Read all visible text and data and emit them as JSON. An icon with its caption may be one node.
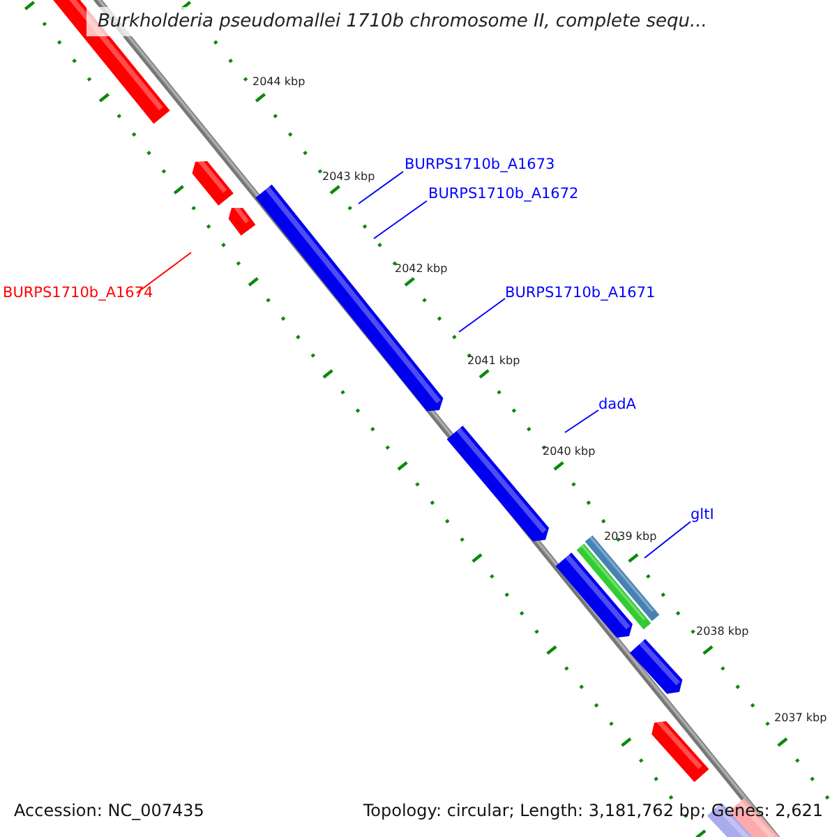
{
  "diagram": {
    "title": "Burkholderia pseudomallei 1710b chromosome II, complete sequ...",
    "nodes": [
      {
        "text": [
          "BURPS1710b_A1673"
        ]
      },
      {
        "text": [
          "BURPS1710b_A1672"
        ]
      },
      {
        "text": [
          "BURPS1710b_A1674"
        ]
      },
      {
        "text": [
          "BURPS1710b_A1671"
        ]
      },
      {
        "text": [
          "dadA"
        ]
      },
      {
        "text": [
          "gltI"
        ]
      }
    ],
    "edges": [
      {
        "from": 0,
        "to": null,
        "arrow": "none"
      },
      {
        "from": 1,
        "to": null,
        "arrow": "none"
      },
      {
        "from": 2,
        "to": null,
        "arrow": "none",
        "color": "#ff0000"
      },
      {
        "from": 3,
        "to": null,
        "arrow": "none"
      },
      {
        "from": 4,
        "to": null,
        "arrow": "none"
      },
      {
        "from": 5,
        "to": null,
        "arrow": "none"
      }
    ],
    "labels": [
      "2044 kbp",
      "2043 kbp",
      "2042 kbp",
      "2041 kbp",
      "2040 kbp",
      "2039 kbp",
      "2038 kbp",
      "2037 kbp",
      "Accession: NC_007435",
      "Topology: circular; Length: 3,181,762 bp; Genes: 2,621"
    ]
  }
}
